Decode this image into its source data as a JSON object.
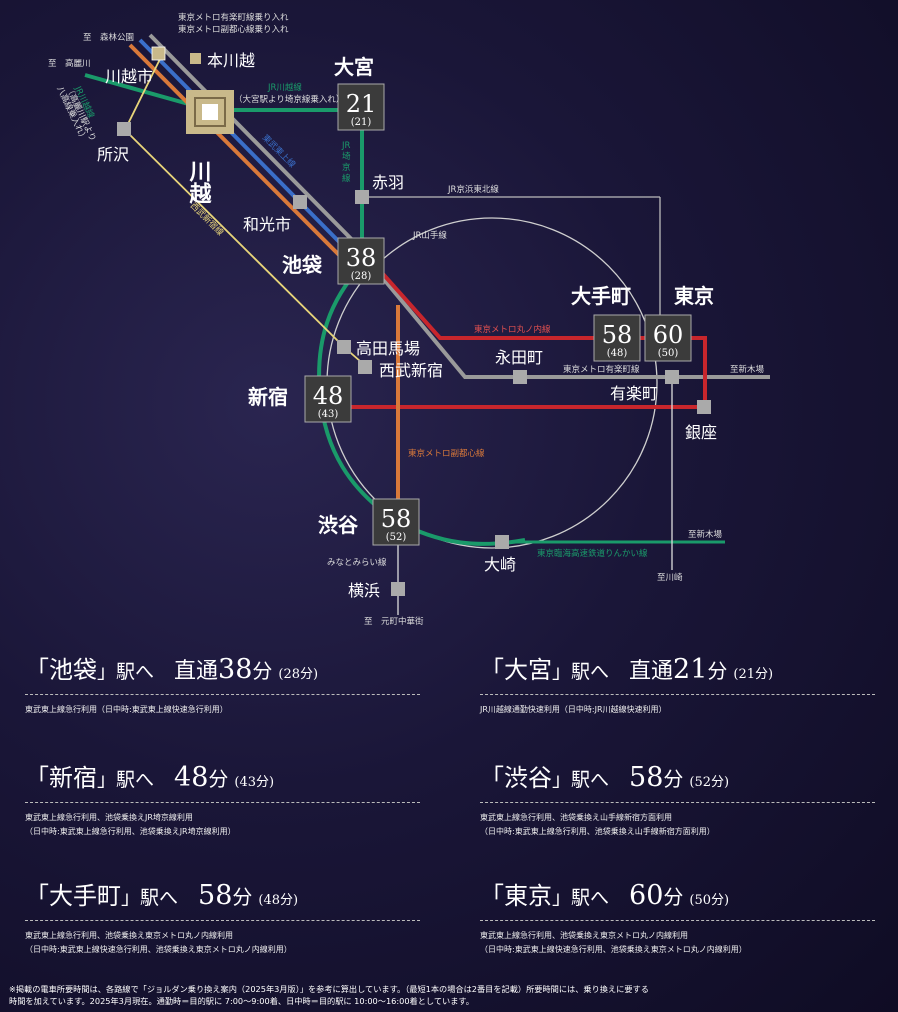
{
  "stations": {
    "kawagoe": "川越",
    "honkawagoe": "本川越",
    "kawagoeshi": "川越市",
    "tokorozawa": "所沢",
    "wakoshi": "和光市",
    "omiya": "大宮",
    "akabane": "赤羽",
    "ikebukuro": "池袋",
    "takadanobaba": "高田馬場",
    "seibushinjuku": "西武新宿",
    "shinjuku": "新宿",
    "shibuya": "渋谷",
    "otemachi": "大手町",
    "tokyo": "東京",
    "nagatacho": "永田町",
    "yurakucho": "有楽町",
    "ginza": "銀座",
    "osaki": "大崎",
    "yokohama": "横浜"
  },
  "times": {
    "omiya": {
      "t": "21",
      "n": "(21)"
    },
    "ikebukuro": {
      "t": "38",
      "n": "(28)"
    },
    "shinjuku": {
      "t": "48",
      "n": "(43)"
    },
    "shibuya": {
      "t": "58",
      "n": "(52)"
    },
    "otemachi": {
      "t": "58",
      "n": "(48)"
    },
    "tokyo": {
      "t": "60",
      "n": "(50)"
    }
  },
  "lines": {
    "yurakucho_fukutoshin_1": "東京メトロ有楽町線乗り入れ",
    "yurakucho_fukutoshin_2": "東京メトロ副都心線乗り入れ",
    "to_shinrinkoen": "至　森林公園",
    "to_koma": "至　高麗川",
    "jr_kawagoe": "JR川越線",
    "jr_kawagoe_note": "（大宮駅より埼京線乗入れ）",
    "kawagoe_line_1": "JR川越線",
    "kawagoe_line_2": "（高麗川駅より",
    "kawagoe_line_3": "八高線乗入れ）",
    "tojo": "東武東上線",
    "seibu_shinjuku": "西武新宿線",
    "saikyo_1": "JR",
    "saikyo_2": "埼",
    "saikyo_3": "京",
    "saikyo_4": "線",
    "keihin_tohoku": "JR京浜東北線",
    "yamanote": "JR山手線",
    "marunouchi": "東京メトロ丸ノ内線",
    "yurakucho": "東京メトロ有楽町線",
    "to_shinkiba_1": "至新木場",
    "fukutoshin": "東京メトロ副都心線",
    "to_shinkiba_2": "至新木場",
    "rinkai": "東京臨海高速鉄道りんかい線",
    "minatomirai": "みなとみらい線",
    "to_kawasaki": "至川崎",
    "to_motomachi": "至　元町中華街"
  },
  "info": [
    {
      "name": "池袋",
      "direct": "直通",
      "time": "38",
      "unit": "分",
      "normal": "(28分)",
      "notes": [
        "東武東上線急行利用（日中時:東武東上線快速急行利用）"
      ]
    },
    {
      "name": "大宮",
      "direct": "直通",
      "time": "21",
      "unit": "分",
      "normal": "(21分)",
      "notes": [
        "JR川越線通勤快速利用（日中時:JR川越線快速利用）"
      ]
    },
    {
      "name": "新宿",
      "direct": "",
      "time": "48",
      "unit": "分",
      "normal": "(43分)",
      "notes": [
        "東武東上線急行利用、池袋乗換えJR埼京線利用",
        "（日中時:東武東上線急行利用、池袋乗換えJR埼京線利用）"
      ]
    },
    {
      "name": "渋谷",
      "direct": "",
      "time": "58",
      "unit": "分",
      "normal": "(52分)",
      "notes": [
        "東武東上線急行利用、池袋乗換え山手線新宿方面利用",
        "（日中時:東武東上線急行利用、池袋乗換え山手線新宿方面利用）"
      ]
    },
    {
      "name": "大手町",
      "direct": "",
      "time": "58",
      "unit": "分",
      "normal": "(48分)",
      "notes": [
        "東武東上線急行利用、池袋乗換え東京メトロ丸ノ内線利用",
        "（日中時:東武東上線快速急行利用、池袋乗換え東京メトロ丸ノ内線利用）"
      ]
    },
    {
      "name": "東京",
      "direct": "",
      "time": "60",
      "unit": "分",
      "normal": "(50分)",
      "notes": [
        "東武東上線急行利用、池袋乗換え東京メトロ丸ノ内線利用",
        "（日中時:東武東上線快速急行利用、池袋乗換え東京メトロ丸ノ内線利用）"
      ]
    }
  ],
  "station_suffix": "」駅へ",
  "open_bracket": "「",
  "footer": [
    "※掲載の電車所要時間は、各路線で「ジョルダン乗り換え案内（2025年3月版）」を参考に算出しています。（最短1本の場合は2番目を記載）所要時間には、乗り換えに要する",
    "時間を加えています。2025年3月現在。通勤時＝目的駅に 7:00〜9:00着、日中時＝目的駅に 10:00〜16:00着としています。"
  ],
  "colors": {
    "gold": "#c9b98a",
    "green": "#1a9a6a",
    "red": "#c8262c",
    "orange": "#d9793a",
    "blue": "#3a6fc9",
    "yellow": "#e8d57a",
    "grey": "#9a9a9a"
  }
}
